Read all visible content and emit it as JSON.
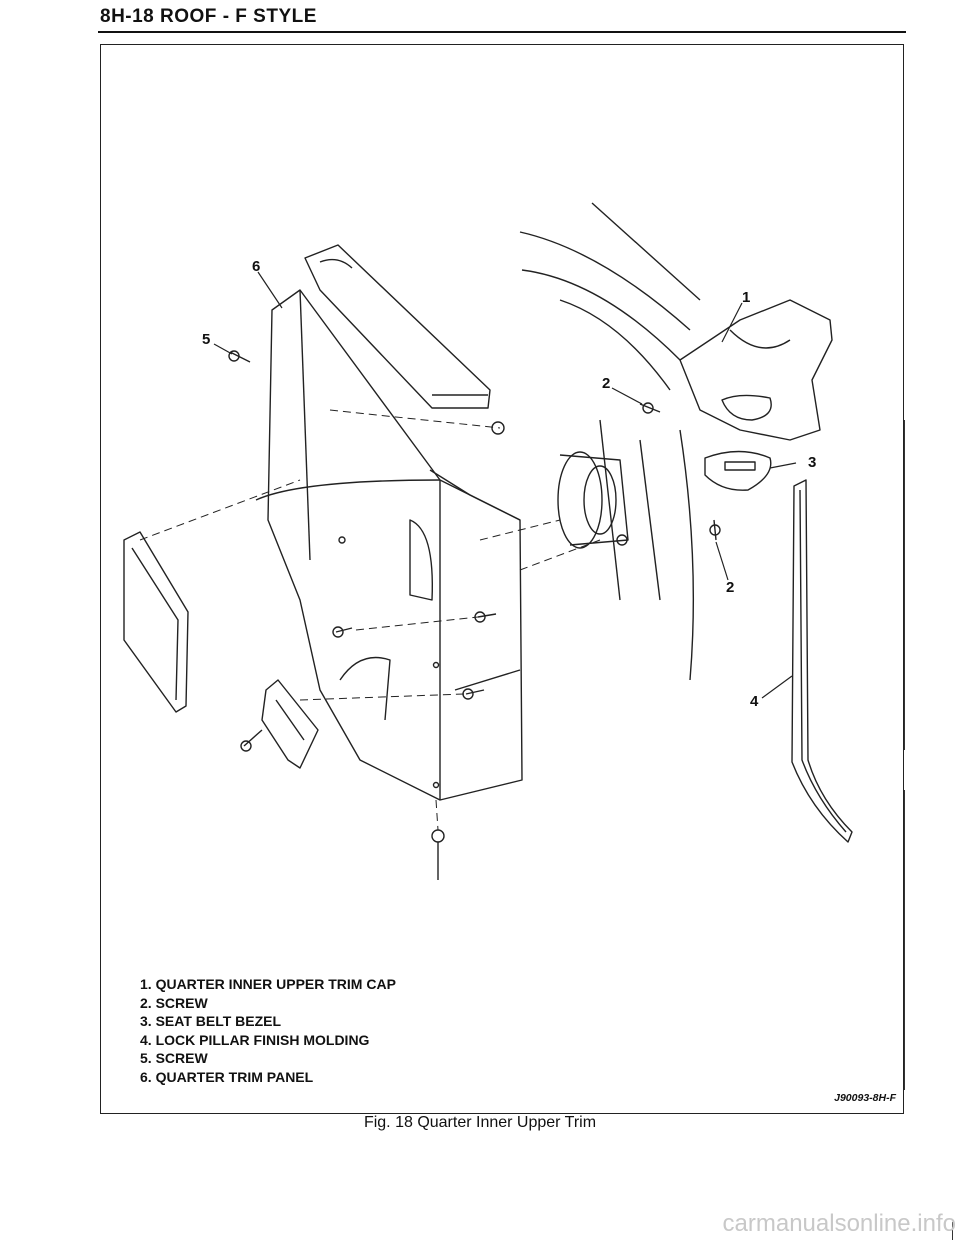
{
  "header": {
    "title": "8H-18  ROOF - F STYLE"
  },
  "figure": {
    "callouts": [
      "1",
      "2",
      "2",
      "3",
      "4",
      "5",
      "6"
    ],
    "legend": [
      "1. QUARTER INNER UPPER TRIM CAP",
      "2. SCREW",
      "3. SEAT BELT BEZEL",
      "4. LOCK PILLAR FINISH MOLDING",
      "5. SCREW",
      "6. QUARTER TRIM PANEL"
    ],
    "drawing_number": "J90093-8H-F",
    "caption": "Fig. 18 Quarter Inner Upper Trim"
  },
  "footer": {
    "watermark": "carmanualsonline.info"
  }
}
